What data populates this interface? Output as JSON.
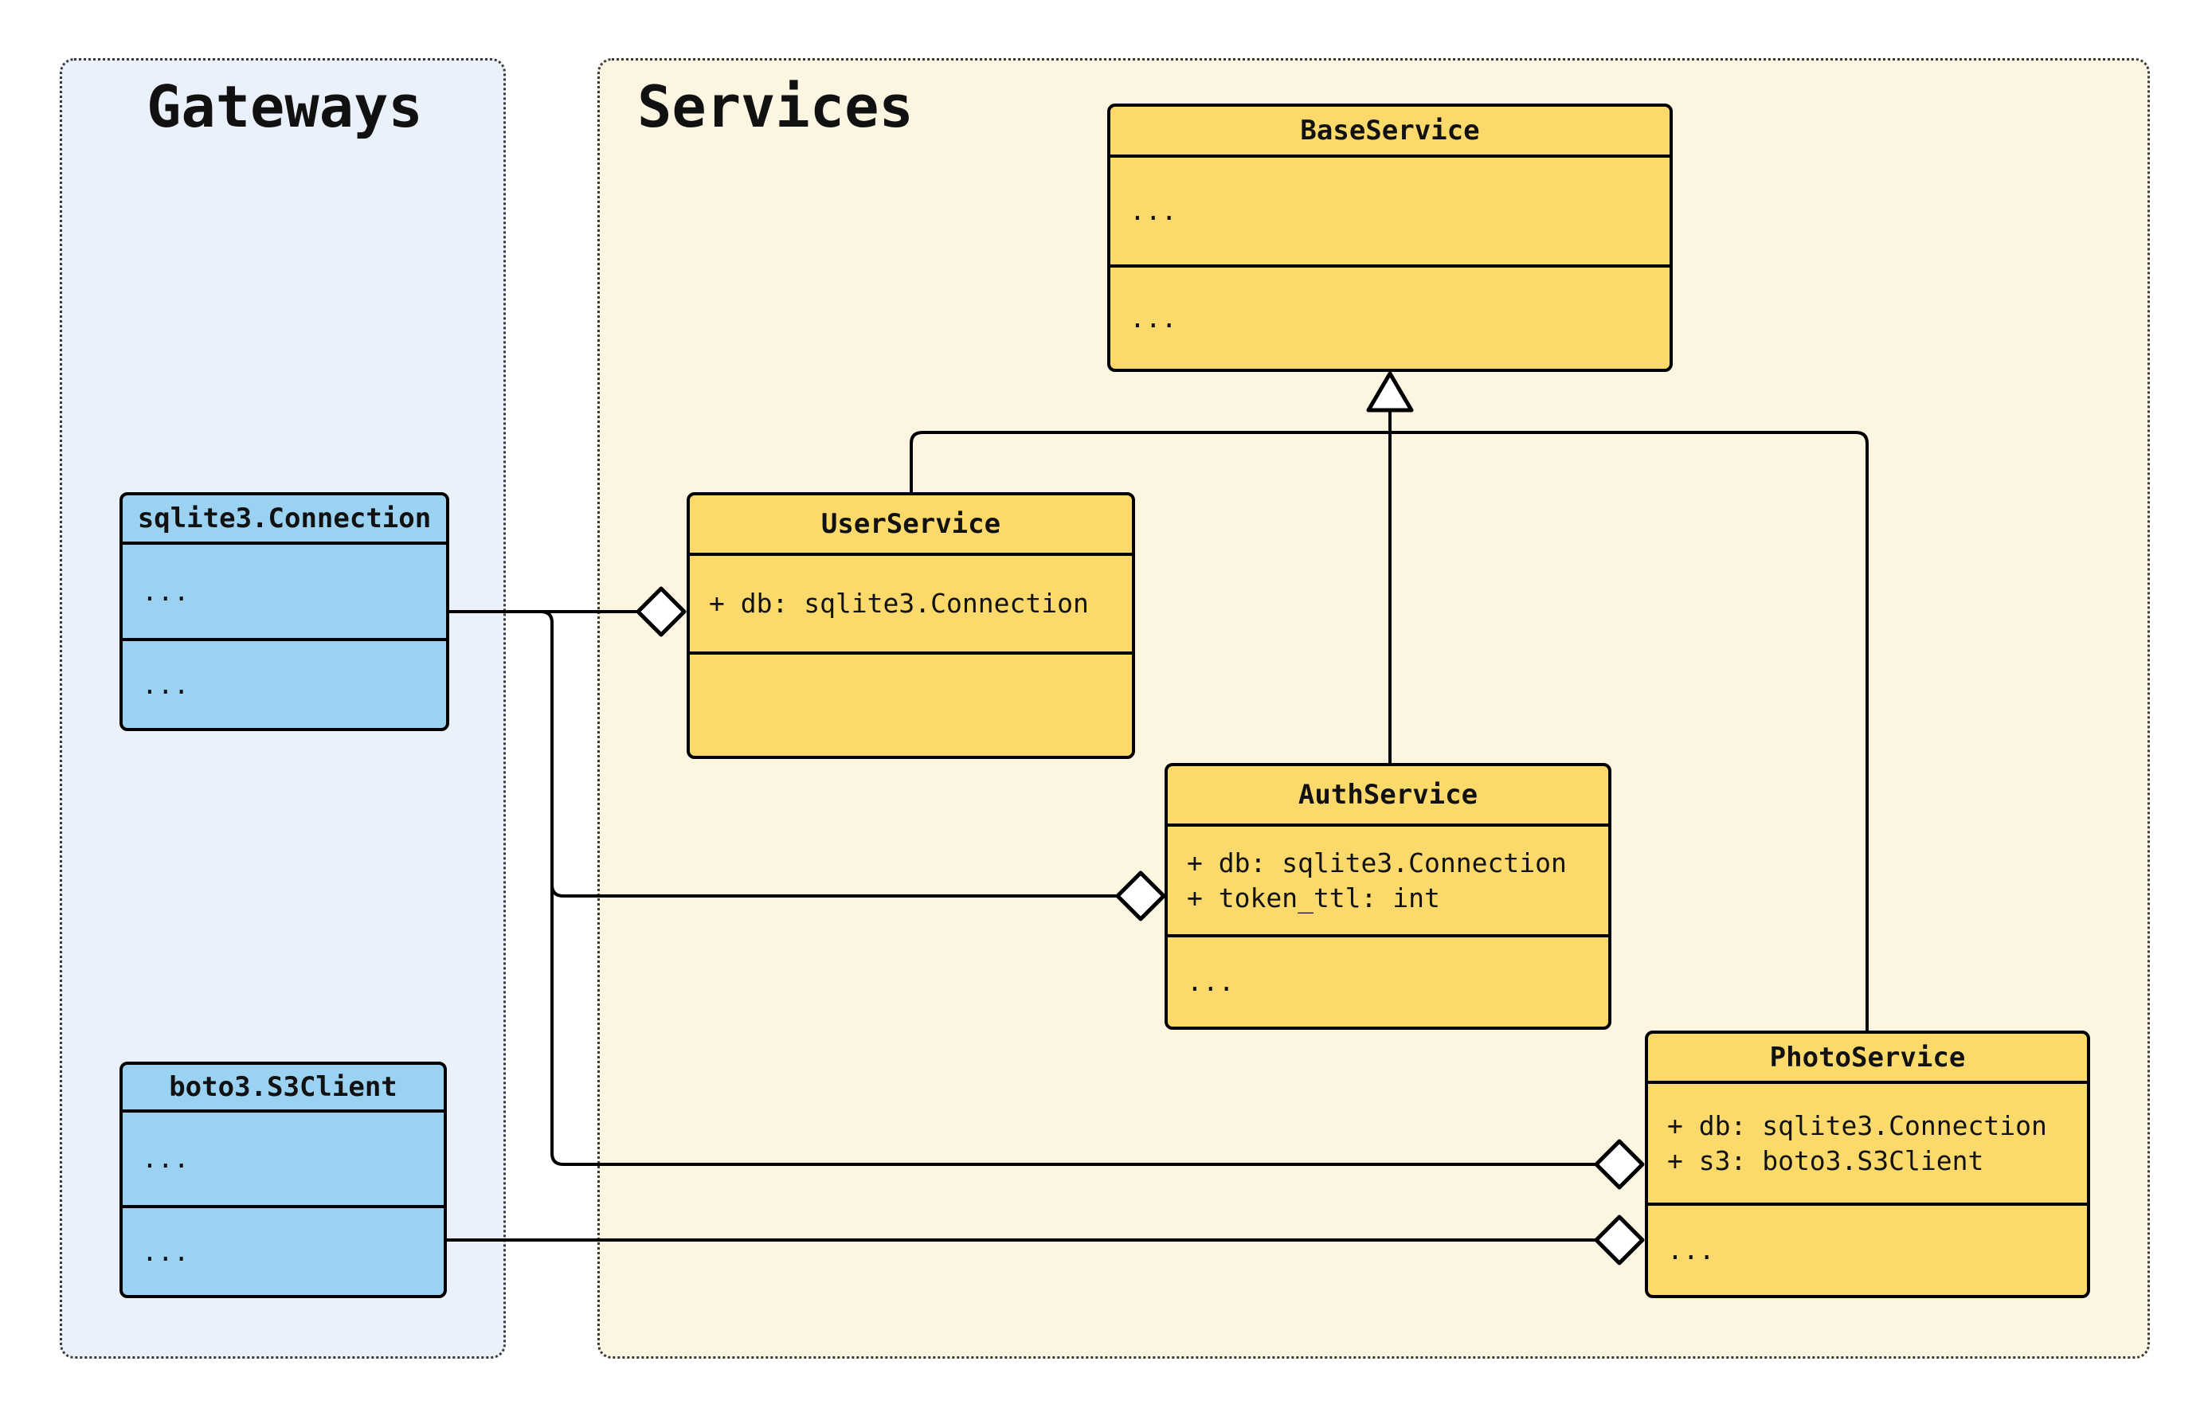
{
  "colors": {
    "gateway_fill": "#9CD2F1",
    "service_fill": "#FBD96B",
    "gateways_bg": "#EBF1FA",
    "services_bg": "#FCF5E2",
    "line": "#000000",
    "text": "#111111"
  },
  "groups": {
    "gateways": {
      "label": "Gateways"
    },
    "services": {
      "label": "Services"
    }
  },
  "classes": {
    "sqlite3_connection": {
      "title": "sqlite3.Connection",
      "attributes": [
        "..."
      ],
      "methods": [
        "..."
      ]
    },
    "boto3_s3client": {
      "title": "boto3.S3Client",
      "attributes": [
        "..."
      ],
      "methods": [
        "..."
      ]
    },
    "base_service": {
      "title": "BaseService",
      "attributes": [
        "..."
      ],
      "methods": [
        "..."
      ]
    },
    "user_service": {
      "title": "UserService",
      "attributes": [
        "+ db: sqlite3.Connection"
      ],
      "methods": []
    },
    "auth_service": {
      "title": "AuthService",
      "attributes": [
        "+ db: sqlite3.Connection",
        "+ token_ttl: int"
      ],
      "methods": [
        "..."
      ]
    },
    "photo_service": {
      "title": "PhotoService",
      "attributes": [
        "+ db: sqlite3.Connection",
        "+ s3: boto3.S3Client"
      ],
      "methods": [
        "..."
      ]
    }
  },
  "relationships": [
    {
      "type": "inheritance",
      "from": "UserService",
      "to": "BaseService"
    },
    {
      "type": "inheritance",
      "from": "AuthService",
      "to": "BaseService"
    },
    {
      "type": "inheritance",
      "from": "PhotoService",
      "to": "BaseService"
    },
    {
      "type": "aggregation",
      "from": "UserService",
      "to": "sqlite3.Connection",
      "member": "db"
    },
    {
      "type": "aggregation",
      "from": "AuthService",
      "to": "sqlite3.Connection",
      "member": "db"
    },
    {
      "type": "aggregation",
      "from": "PhotoService",
      "to": "sqlite3.Connection",
      "member": "db"
    },
    {
      "type": "aggregation",
      "from": "PhotoService",
      "to": "boto3.S3Client",
      "member": "s3"
    }
  ]
}
